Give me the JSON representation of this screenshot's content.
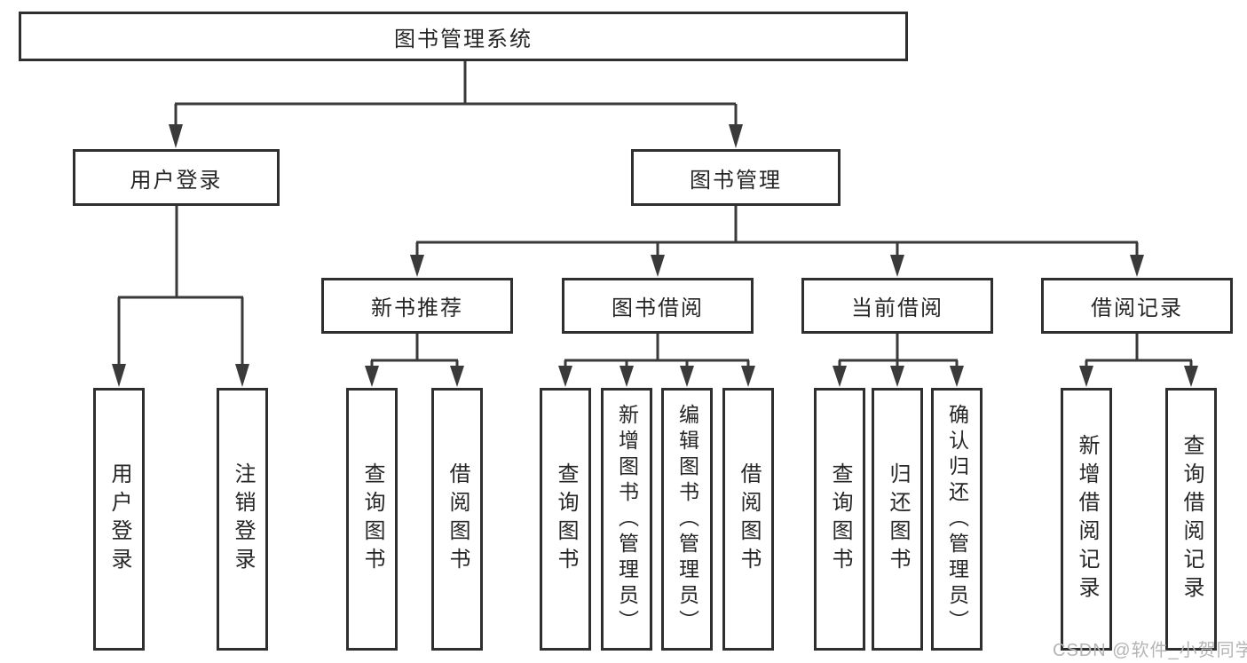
{
  "nodes": {
    "root": {
      "label": "图书管理系统"
    },
    "user_login": {
      "label": "用户登录",
      "parent": "root"
    },
    "book_management": {
      "label": "图书管理",
      "parent": "root"
    },
    "leaf_user_login": {
      "label": "用户登录",
      "parent": "user_login"
    },
    "leaf_logout": {
      "label": "注销登录",
      "parent": "user_login"
    },
    "new_book_recommend": {
      "label": "新书推荐",
      "parent": "book_management"
    },
    "book_borrow": {
      "label": "图书借阅",
      "parent": "book_management"
    },
    "current_borrow": {
      "label": "当前借阅",
      "parent": "book_management"
    },
    "borrow_records": {
      "label": "借阅记录",
      "parent": "book_management"
    },
    "nbr_query_books": {
      "label": "查询图书",
      "parent": "new_book_recommend"
    },
    "nbr_borrow_books": {
      "label": "借阅图书",
      "parent": "new_book_recommend"
    },
    "bb_query_books": {
      "label": "查询图书",
      "parent": "book_borrow"
    },
    "bb_add_books_admin": {
      "label": "新增图书（管理员）",
      "parent": "book_borrow"
    },
    "bb_edit_books_admin": {
      "label": "编辑图书（管理员）",
      "parent": "book_borrow"
    },
    "bb_borrow_books": {
      "label": "借阅图书",
      "parent": "book_borrow"
    },
    "cb_query_books": {
      "label": "查询图书",
      "parent": "current_borrow"
    },
    "cb_return_books": {
      "label": "归还图书",
      "parent": "current_borrow"
    },
    "cb_confirm_return_admin": {
      "label": "确认归还（管理员）",
      "parent": "current_borrow"
    },
    "br_add_record": {
      "label": "新增借阅记录",
      "parent": "borrow_records"
    },
    "br_query_record": {
      "label": "查询借阅记录",
      "parent": "borrow_records"
    }
  },
  "watermark": {
    "text": "CSDN @软件_小贺同学"
  },
  "colors": {
    "background": "#ffffff",
    "line": "#3a3a3a",
    "box_border": "#2f2f2f",
    "box_background": "#ffffff",
    "text": "#262626",
    "watermark": "#b5b5b5"
  }
}
